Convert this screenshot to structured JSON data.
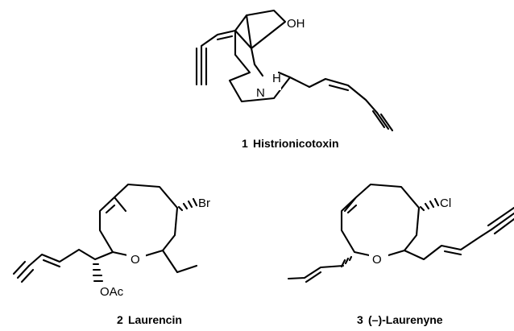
{
  "compounds": [
    {
      "number": "1",
      "name": "Histrionicotoxin",
      "labels": {
        "hydroxyl": "OH",
        "amine_h": "H",
        "amine_n": "N"
      }
    },
    {
      "number": "2",
      "name": "Laurencin",
      "labels": {
        "halogen": "Br",
        "ring_o": "O",
        "acetate": "OAc"
      }
    },
    {
      "number": "3",
      "name": "(–)-Laurenyne",
      "labels": {
        "halogen": "Cl",
        "ring_o": "O"
      }
    }
  ]
}
